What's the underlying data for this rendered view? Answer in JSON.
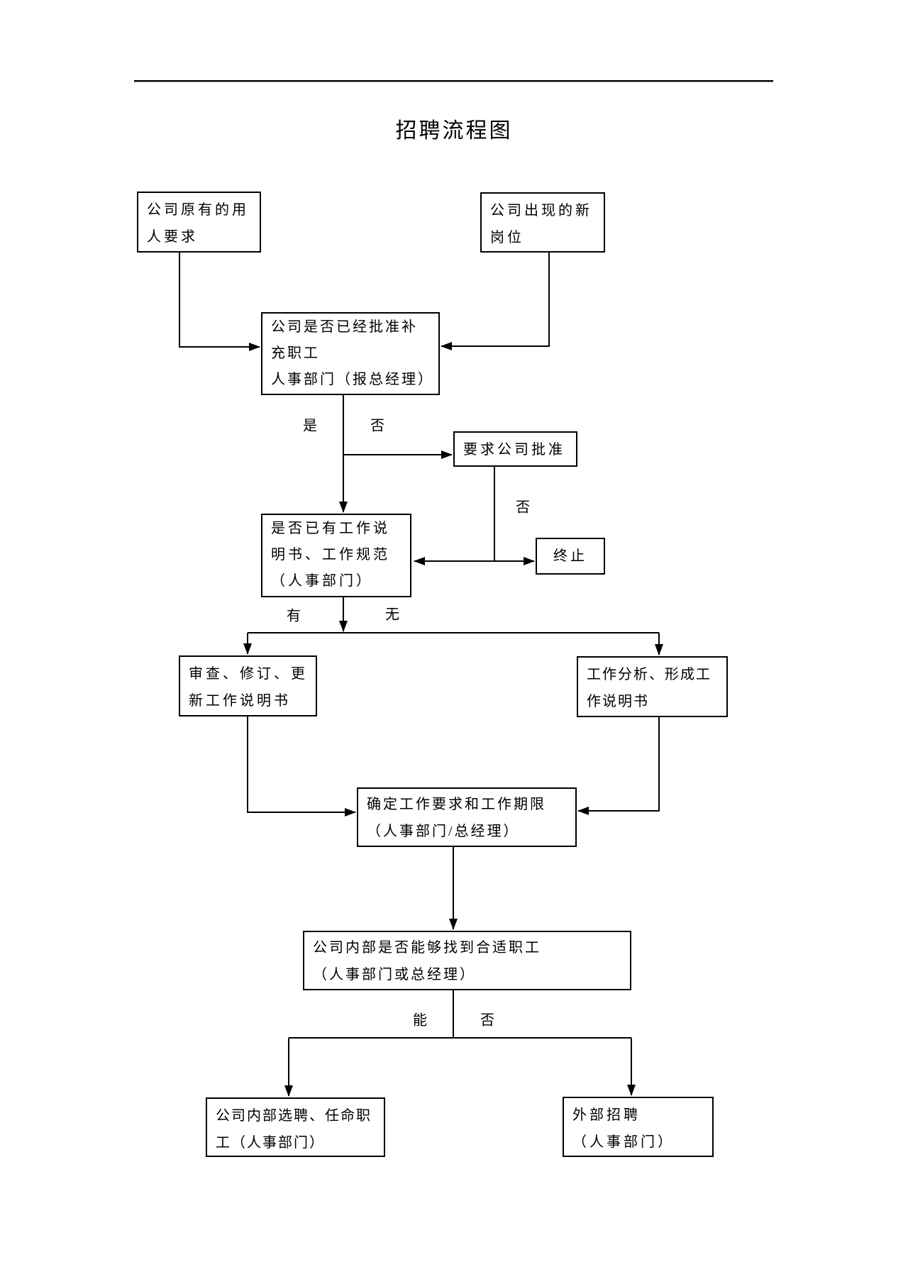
{
  "page": {
    "title": "招聘流程图"
  },
  "colors": {
    "ink": "#000000",
    "background": "#ffffff"
  },
  "nodes": {
    "existing_need": {
      "lines": [
        "公司原有的用",
        "人要求"
      ]
    },
    "new_position": {
      "lines": [
        "公司出现的新",
        "岗位"
      ]
    },
    "approved_check": {
      "lines": [
        "公司是否已经批准补",
        "充职工",
        "人事部门（报总经理）"
      ]
    },
    "request_approval": {
      "lines": [
        "要求公司批准"
      ]
    },
    "jobdesc_check": {
      "lines": [
        "是否已有工作说",
        "明书、工作规范",
        "（人事部门）"
      ]
    },
    "terminate": {
      "lines": [
        "终止"
      ]
    },
    "review_update": {
      "lines": [
        "审查、修订、更",
        "新工作说明书"
      ]
    },
    "job_analysis": {
      "lines": [
        "工作分析、形成工",
        "作说明书"
      ]
    },
    "define_require": {
      "lines": [
        "确定工作要求和工作期限",
        "（人事部门/总经理）"
      ]
    },
    "internal_check": {
      "lines": [
        "公司内部是否能够找到合适职工",
        "（人事部门或总经理）"
      ]
    },
    "internal_hire": {
      "lines": [
        "公司内部选聘、任命职",
        "工（人事部门）"
      ]
    },
    "external_hire": {
      "lines": [
        "外部招聘",
        "（人事部门）"
      ]
    }
  },
  "labels": {
    "branch1_yes": "是",
    "branch1_no": "否",
    "branch2_no": "否",
    "branch3_have": "有",
    "branch3_none": "无",
    "branch4_can": "能",
    "branch4_no": "否"
  }
}
